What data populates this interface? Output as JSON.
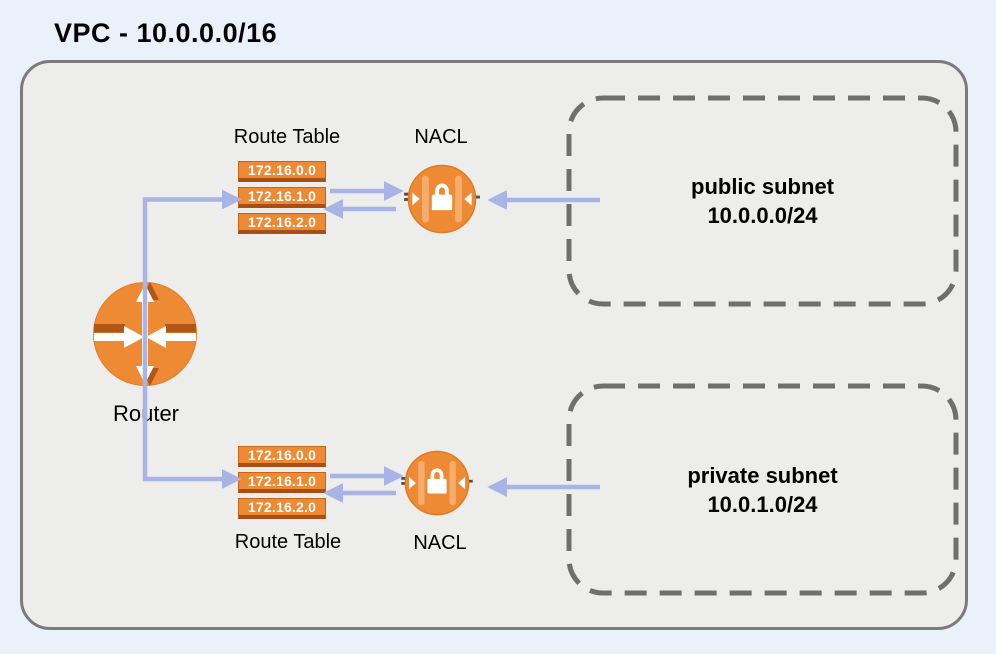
{
  "title": "VPC - 10.0.0.0/16",
  "colors": {
    "background": "#EBF1FB",
    "vpc_fill": "#EDEDEC",
    "vpc_border": "#7B7B7B",
    "subnet_border": "#6F6F6F",
    "orange": "#EE8A33",
    "orange_dark": "#B25617",
    "arrow": "#A8B4E6",
    "text": "#000000"
  },
  "router": {
    "label": "Router"
  },
  "route_tables": {
    "top": {
      "label": "Route Table",
      "entries": [
        "172.16.0.0",
        "172.16.1.0",
        "172.16.2.0"
      ]
    },
    "bottom": {
      "label": "Route Table",
      "entries": [
        "172.16.0.0",
        "172.16.1.0",
        "172.16.2.0"
      ]
    }
  },
  "nacls": {
    "top": {
      "label": "NACL"
    },
    "bottom": {
      "label": "NACL"
    }
  },
  "subnets": {
    "public": {
      "name": "public subnet",
      "cidr": "10.0.0.0/24"
    },
    "private": {
      "name": "private subnet",
      "cidr": "10.0.1.0/24"
    }
  }
}
